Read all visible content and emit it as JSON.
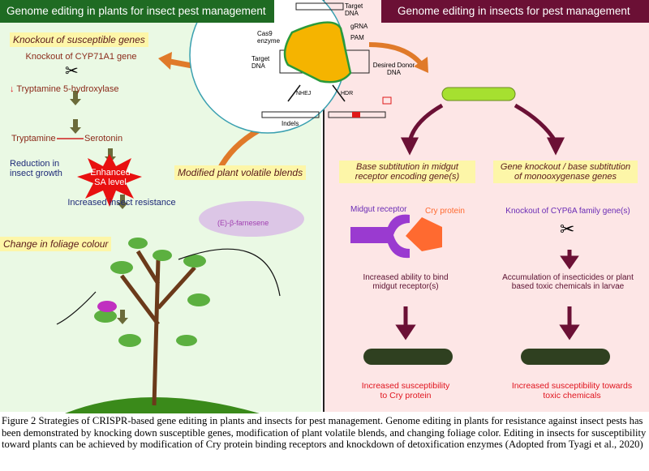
{
  "left_panel": {
    "header": "Genome editing in plants for insect pest management",
    "knockout_title": "Knockout of susceptible genes",
    "knockout_gene": "Knockout of CYP71A1 gene",
    "enzyme": "Tryptamine 5-hydroxylase",
    "tryptamine": "Tryptamine",
    "serotonin": "Serotonin",
    "reduction": "Reduction in insect growth",
    "sa_level": "Enhanced SA level",
    "resistance": "Increased insect resistance",
    "volatile_title": "Modified plant volatile blends",
    "farnesene": "(E)-β-farnesene",
    "foliage_title": "Change in foliage colour"
  },
  "crispr": {
    "target_dna_top": "Target DNA",
    "cas9": "Cas9 enzyme",
    "grna": "gRNA",
    "pam": "PAM",
    "target_dna": "Target DNA",
    "donor": "Desired Donor DNA",
    "nhej": "NHEJ",
    "hdr": "HDR",
    "indels": "Indels"
  },
  "right_panel": {
    "header": "Genome editing in insects for pest management",
    "col1_title": "Base subtitution in midgut receptor encoding gene(s)",
    "midgut_receptor": "Midgut receptor",
    "cry_protein": "Cry protein",
    "col1_effect": "Increased ability to bind midgut receptor(s)",
    "col1_result": "Increased susceptibility to Cry protein",
    "col2_title": "Gene knockout / base subtitution of monooxygenase genes",
    "col2_gene": "Knockout of CYP6A family gene(s)",
    "col2_effect": "Accumulation of insecticides or plant based toxic chemicals in larvae",
    "col2_result": "Increased susceptibility towards toxic chemicals"
  },
  "caption": "Figure 2 Strategies of CRISPR-based gene editing in plants and insects for pest management. Genome editing in plants for resistance against insect pests has been demonstrated by knocking down susceptible genes, modification of plant volatile blends, and changing foliage color. Editing in insects for susceptibility toward plants can be achieved by modification of Cry protein binding receptors and knockdown of detoxification enzymes (Adopted from Tyagi et al., 2020)",
  "colors": {
    "left_bg": "#eaf9e4",
    "right_bg": "#fde6e6",
    "left_header": "#1f6b23",
    "right_header": "#6b1035",
    "arrow_orange": "#e07a2a",
    "label_yellow": "#fdf6a8"
  }
}
